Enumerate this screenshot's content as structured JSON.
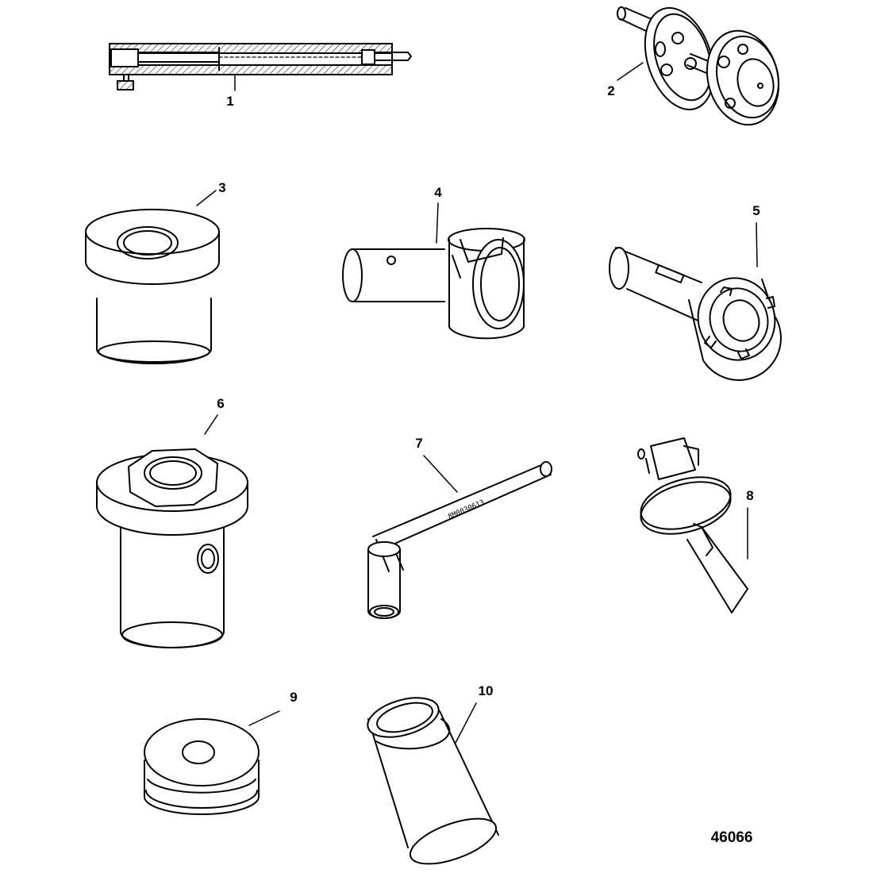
{
  "figure_number": "46066",
  "callouts": [
    {
      "id": "1",
      "text": "1"
    },
    {
      "id": "2",
      "text": "2"
    },
    {
      "id": "3",
      "text": "3"
    },
    {
      "id": "4",
      "text": "4"
    },
    {
      "id": "5",
      "text": "5"
    },
    {
      "id": "6",
      "text": "6"
    },
    {
      "id": "7",
      "text": "7"
    },
    {
      "id": "8",
      "text": "8"
    },
    {
      "id": "9",
      "text": "9"
    },
    {
      "id": "10",
      "text": "10"
    }
  ],
  "tool7_marking": "8M0030613"
}
